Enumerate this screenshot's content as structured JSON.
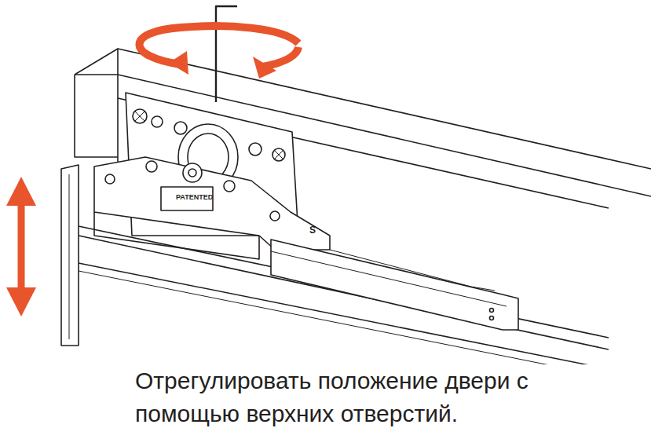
{
  "diagram": {
    "caption": "Отрегулировать положение двери с помощью верхних отверстий.",
    "labels": [
      "PATENTED",
      "S"
    ]
  }
}
